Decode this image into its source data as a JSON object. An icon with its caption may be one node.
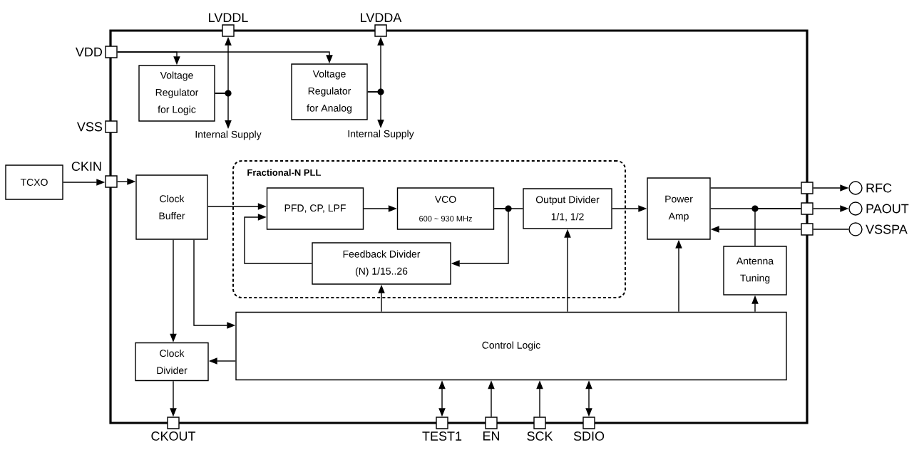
{
  "diagram": {
    "nodes": [
      {
        "text": [],
        "shape": "box"
      },
      {
        "text": [
          "LVDDL"
        ]
      },
      {
        "text": [
          "LVDDA"
        ]
      },
      {
        "text": [
          "VDD"
        ]
      },
      {
        "text": [
          "Voltage Regulator for Logic"
        ],
        "in": 0
      },
      {
        "text": [
          "Voltage Regulator for Analog"
        ],
        "in": 0
      },
      {
        "text": [
          "Internal Supply"
        ],
        "in": 0
      },
      {
        "text": [
          "Internal Supply"
        ],
        "in": 0
      },
      {
        "text": [
          "VSS"
        ]
      },
      {
        "text": [
          "TCXO"
        ]
      },
      {
        "text": [
          "CKIN"
        ]
      },
      {
        "text": [
          "Clock Buffer"
        ],
        "in": 0
      },
      {
        "text": [
          "Fractional-N PLL"
        ],
        "in": 0
      },
      {
        "text": [
          "PFD, CP, LPF"
        ],
        "in": 12
      },
      {
        "text": [
          "VCO",
          "600 ~ 930 MHz"
        ],
        "in": 12
      },
      {
        "text": [
          "Output Divider 1/1, 1/2"
        ],
        "in": 12
      },
      {
        "text": [
          "Feedback Divider (N) 1/15..26"
        ],
        "in": 12
      },
      {
        "text": [
          "Power Amp"
        ],
        "in": 0
      },
      {
        "text": [],
        "shape": "box"
      },
      {
        "text": [],
        "shape": "box"
      },
      {
        "text": [],
        "shape": "box"
      },
      {
        "text": [
          "RFC"
        ]
      },
      {
        "text": [
          "PAOUT"
        ]
      },
      {
        "text": [
          "VSSPA"
        ]
      },
      {
        "text": [
          "Antenna Tuning"
        ],
        "in": 0
      },
      {
        "text": [
          "Clock Divider"
        ],
        "in": 0
      },
      {
        "text": [
          "Control Logic"
        ],
        "in": 0
      },
      {
        "text": [
          "CKOUT"
        ]
      },
      {
        "text": [
          "TEST1"
        ]
      },
      {
        "text": [
          "EN"
        ]
      },
      {
        "text": [
          "SCK"
        ]
      },
      {
        "text": [
          "SDIO"
        ]
      }
    ],
    "edges": [
      {
        "from": 3,
        "to": 4,
        "arrow": "to"
      },
      {
        "from": 3,
        "to": 5,
        "arrow": "to"
      },
      {
        "from": 4,
        "to": 1,
        "arrow": "to"
      },
      {
        "from": 4,
        "to": 6,
        "arrow": "to"
      },
      {
        "from": 5,
        "to": 2,
        "arrow": "to"
      },
      {
        "from": 5,
        "to": 7,
        "arrow": "to"
      },
      {
        "from": 9,
        "to": 10,
        "arrow": "to"
      },
      {
        "from": 10,
        "to": 11,
        "arrow": "to"
      },
      {
        "from": 11,
        "to": 13,
        "arrow": "to"
      },
      {
        "from": 13,
        "to": 14,
        "arrow": "to"
      },
      {
        "from": 14,
        "to": 15,
        "arrow": "none"
      },
      {
        "from": 14,
        "to": 16,
        "arrow": "to"
      },
      {
        "from": 16,
        "to": 13,
        "arrow": "to"
      },
      {
        "from": 15,
        "to": 17,
        "arrow": "to"
      },
      {
        "from": 17,
        "to": 18,
        "arrow": "none"
      },
      {
        "from": 18,
        "to": 21,
        "arrow": "to"
      },
      {
        "from": 17,
        "to": 19,
        "arrow": "none"
      },
      {
        "from": 19,
        "to": 22,
        "arrow": "to"
      },
      {
        "from": 24,
        "to": 19,
        "arrow": "none"
      },
      {
        "from": 23,
        "to": 20,
        "arrow": "none"
      },
      {
        "from": 20,
        "to": 17,
        "arrow": "to"
      },
      {
        "from": 11,
        "to": 25,
        "arrow": "to"
      },
      {
        "from": 11,
        "to": 26,
        "arrow": "to"
      },
      {
        "from": 26,
        "to": 16,
        "arrow": "to"
      },
      {
        "from": 26,
        "to": 15,
        "arrow": "to"
      },
      {
        "from": 26,
        "to": 17,
        "arrow": "to"
      },
      {
        "from": 26,
        "to": 24,
        "arrow": "to"
      },
      {
        "from": 26,
        "to": 25,
        "arrow": "to"
      },
      {
        "from": 25,
        "to": 27,
        "arrow": "to"
      },
      {
        "from": 28,
        "to": 26,
        "arrow": "both"
      },
      {
        "from": 29,
        "to": 26,
        "arrow": "to"
      },
      {
        "from": 30,
        "to": 26,
        "arrow": "to"
      },
      {
        "from": 31,
        "to": 26,
        "arrow": "both"
      }
    ]
  }
}
